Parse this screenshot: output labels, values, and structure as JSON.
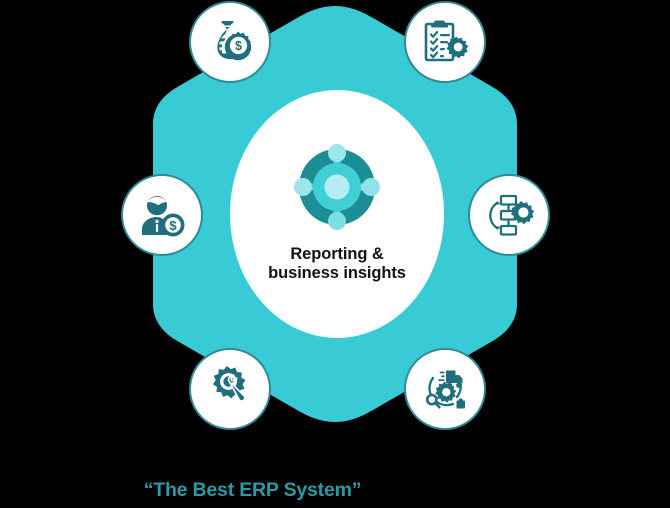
{
  "theme": {
    "background": "#000000",
    "hex_fill": "#38CBD5",
    "disc_fill": "#FFFFFF",
    "node_border": "#2E8B96",
    "icon_dark_teal": "#1F6F7C",
    "hub_outer": "#1B8E96",
    "hub_inner": "#3FCFD5",
    "hub_node": "#9DE5EC",
    "caption_color": "#121212",
    "tagline_color": "#2A9AA7"
  },
  "center": {
    "icon": "hub-network-icon",
    "caption_line1": "Reporting &",
    "caption_line2": "business insights"
  },
  "nodes": [
    {
      "id": "finance-management",
      "icon": "money-bag-gear-icon",
      "position": "top-left"
    },
    {
      "id": "project-management",
      "icon": "clipboard-checklist-gear-icon",
      "position": "top-right"
    },
    {
      "id": "human-resources",
      "icon": "employee-dollar-icon",
      "position": "left"
    },
    {
      "id": "process-automation",
      "icon": "workflow-gear-icon",
      "position": "right"
    },
    {
      "id": "maintenance",
      "icon": "gear-wrench-icon",
      "position": "bottom-left"
    },
    {
      "id": "supply-chain",
      "icon": "supply-chain-truck-icon",
      "position": "bottom-right"
    }
  ],
  "tagline": {
    "text": "“The Best ERP System”"
  }
}
